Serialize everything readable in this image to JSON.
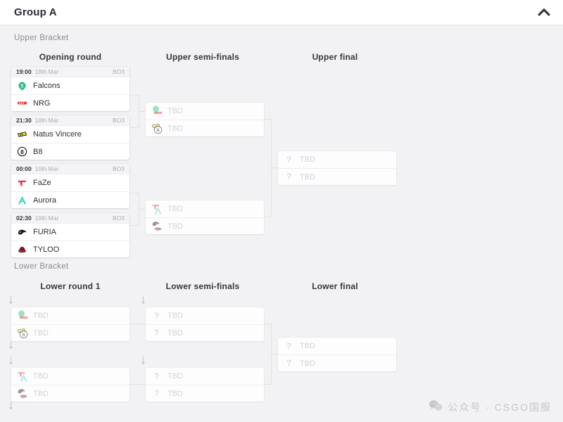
{
  "header": {
    "title": "Group A",
    "toggle_icon": "chevron-up-icon"
  },
  "upper_bracket": {
    "label": "Upper Bracket",
    "rounds": [
      {
        "label": "Opening round"
      },
      {
        "label": "Upper semi-finals"
      },
      {
        "label": "Upper final"
      }
    ],
    "opening_round": [
      {
        "time": "19:00",
        "date": "18th Mar",
        "format": "BO3",
        "teams": [
          {
            "name": "Falcons",
            "logo": "falcons-logo"
          },
          {
            "name": "NRG",
            "logo": "nrg-logo"
          }
        ]
      },
      {
        "time": "21:30",
        "date": "18th Mar",
        "format": "BO3",
        "teams": [
          {
            "name": "Natus Vincere",
            "logo": "navi-logo"
          },
          {
            "name": "B8",
            "logo": "b8-logo"
          }
        ]
      },
      {
        "time": "00:00",
        "date": "19th Mar",
        "format": "BO3",
        "teams": [
          {
            "name": "FaZe",
            "logo": "faze-logo"
          },
          {
            "name": "Aurora",
            "logo": "aurora-logo"
          }
        ]
      },
      {
        "time": "02:30",
        "date": "19th Mar",
        "format": "BO3",
        "teams": [
          {
            "name": "FURIA",
            "logo": "furia-logo"
          },
          {
            "name": "TYLOO",
            "logo": "tyloo-logo"
          }
        ]
      }
    ],
    "semi_finals": [
      {
        "teams": [
          {
            "name": "TBD",
            "logo": "falcons-nrg-stack"
          },
          {
            "name": "TBD",
            "logo": "navi-b8-stack"
          }
        ]
      },
      {
        "teams": [
          {
            "name": "TBD",
            "logo": "faze-aurora-stack"
          },
          {
            "name": "TBD",
            "logo": "furia-tyloo-stack"
          }
        ]
      }
    ],
    "final": {
      "teams": [
        {
          "name": "TBD",
          "logo": "question-icon"
        },
        {
          "name": "TBD",
          "logo": "question-icon"
        }
      ]
    }
  },
  "lower_bracket": {
    "label": "Lower Bracket",
    "rounds": [
      {
        "label": "Lower round 1"
      },
      {
        "label": "Lower semi-finals"
      },
      {
        "label": "Lower final"
      }
    ],
    "round_1": [
      {
        "teams": [
          {
            "name": "TBD",
            "logo": "falcons-nrg-stack"
          },
          {
            "name": "TBD",
            "logo": "navi-b8-stack"
          }
        ]
      },
      {
        "teams": [
          {
            "name": "TBD",
            "logo": "faze-aurora-stack"
          },
          {
            "name": "TBD",
            "logo": "furia-tyloo-stack"
          }
        ]
      }
    ],
    "semi_finals": [
      {
        "teams": [
          {
            "name": "TBD",
            "logo": "question-icon"
          },
          {
            "name": "TBD",
            "logo": "question-icon"
          }
        ]
      },
      {
        "teams": [
          {
            "name": "TBD",
            "logo": "question-icon"
          },
          {
            "name": "TBD",
            "logo": "question-icon"
          }
        ]
      }
    ],
    "final": {
      "teams": [
        {
          "name": "TBD",
          "logo": "question-icon"
        },
        {
          "name": "TBD",
          "logo": "question-icon"
        }
      ]
    }
  },
  "watermark": {
    "icon": "wechat-icon",
    "text": "公众号 · CSGO国服"
  },
  "colors": {
    "page_background": "#f2f2f4",
    "card_background": "#ffffff",
    "title_text": "#2b2b33",
    "muted_text": "#8a8a95",
    "tbd_text": "#d2d2da",
    "connector": "#e2e2e7",
    "falcons": "#2fbf84",
    "nrg": "#e23b3b",
    "navi": "#e8e314",
    "b8": "#1d1d1d",
    "faze": "#e4384f",
    "aurora": "#2fd0c6",
    "furia": "#1a1a1a",
    "tyloo": "#8e2b34"
  }
}
